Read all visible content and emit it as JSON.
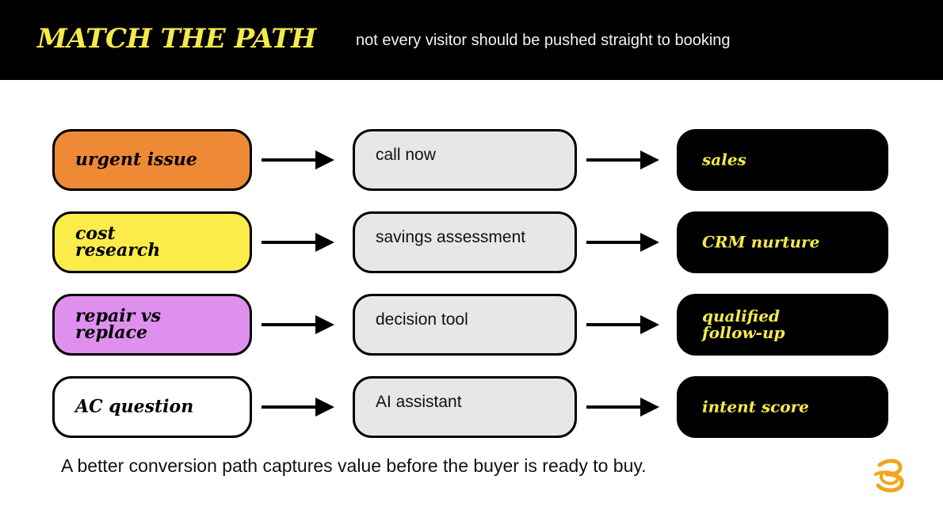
{
  "header": {
    "title": "MATCH THE PATH",
    "subtitle": "not every visitor should be pushed straight to booking"
  },
  "rows": [
    {
      "source": "urgent issue",
      "action": "call now",
      "destination": "sales",
      "source_color": "#ee8a35"
    },
    {
      "source": "cost\nresearch",
      "action": "savings assessment",
      "destination": "CRM nurture",
      "source_color": "#fbec4a"
    },
    {
      "source": "repair vs\nreplace",
      "action": "decision tool",
      "destination": "qualified\nfollow-up",
      "source_color": "#df90ef"
    },
    {
      "source": "AC question",
      "action": "AI assistant",
      "destination": "intent score",
      "source_color": "#ffffff"
    }
  ],
  "footer": {
    "text": "A better conversion path captures value before the buyer is ready to buy."
  },
  "logo": {
    "icon": "brand-logo-icon",
    "accent": "#f2a51a"
  },
  "colors": {
    "header_bg": "#000000",
    "title": "#f6ea4a",
    "action_bg": "#e8e7e6",
    "destination_bg": "#000000",
    "destination_text": "#f6ea4a"
  }
}
